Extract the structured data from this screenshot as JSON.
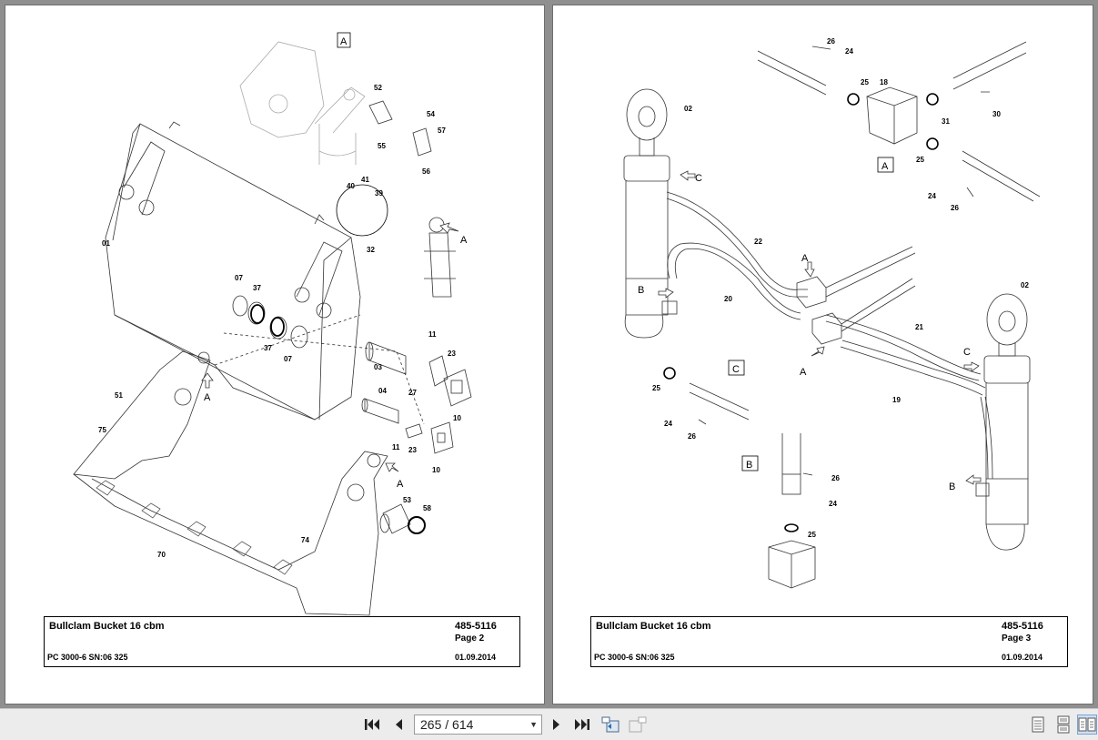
{
  "left_page": {
    "title": "Bullclam Bucket 16 cbm",
    "part_number": "485-5116",
    "page_label": "Page 2",
    "model": "PC 3000-6 SN:06 325",
    "date": "01.09.2014",
    "detail_box": "A",
    "callouts": [
      "52",
      "55",
      "54",
      "57",
      "56",
      "41",
      "40",
      "39",
      "01",
      "32",
      "07",
      "37",
      "37",
      "07",
      "11",
      "03",
      "23",
      "27",
      "04",
      "10",
      "11",
      "23",
      "10",
      "51",
      "75",
      "53",
      "58",
      "70",
      "74"
    ],
    "arrows": [
      "A",
      "A",
      "A"
    ]
  },
  "right_page": {
    "title": "Bullclam Bucket 16 cbm",
    "part_number": "485-5116",
    "page_label": "Page 3",
    "model": "PC 3000-6 SN:06 325",
    "date": "01.09.2014",
    "detail_boxes": [
      "A",
      "C",
      "B"
    ],
    "callouts": [
      "26",
      "24",
      "25",
      "18",
      "31",
      "30",
      "25",
      "24",
      "26",
      "02",
      "22",
      "20",
      "21",
      "19",
      "02",
      "25",
      "24",
      "26",
      "26",
      "24",
      "25"
    ],
    "arrows": [
      "C",
      "B",
      "A",
      "A",
      "C",
      "B"
    ]
  },
  "toolbar": {
    "page_indicator": "265 / 614",
    "first_icon": "first-page-icon",
    "prev_icon": "prev-page-icon",
    "next_icon": "next-page-icon",
    "last_icon": "last-page-icon"
  }
}
